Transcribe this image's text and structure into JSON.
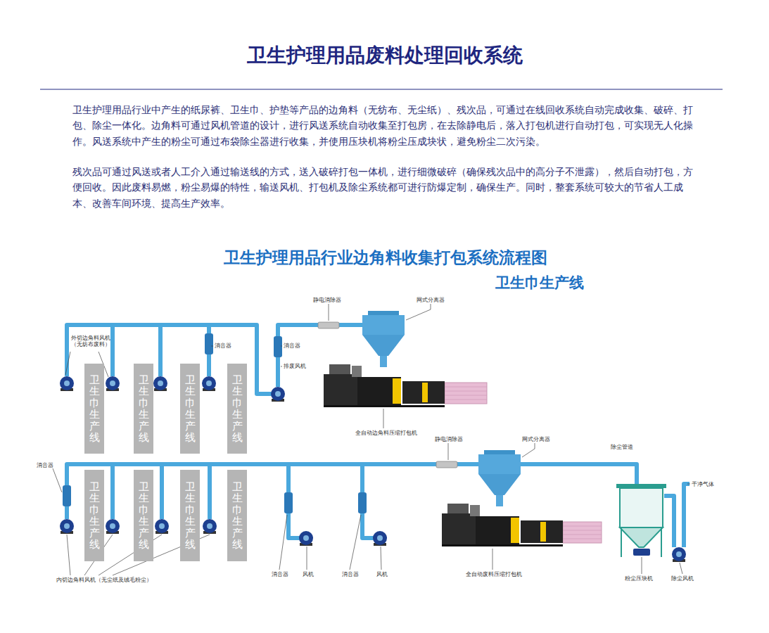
{
  "diagram": {
    "title": "卫生护理用品废料处理回收系统",
    "nodes": [
      {
        "text": [
          "卫生巾生产线"
        ]
      },
      {
        "text": [
          "卫生巾生产线"
        ]
      },
      {
        "text": [
          "卫生巾生产线"
        ]
      },
      {
        "text": [
          "卫生巾生产线"
        ]
      },
      {
        "text": [
          "卫生巾生产线"
        ]
      },
      {
        "text": [
          "卫生巾生产线"
        ]
      },
      {
        "text": [
          "卫生巾生产线"
        ]
      },
      {
        "text": [
          "卫生巾生产线"
        ]
      }
    ],
    "labels": [
      "卫生护理用品行业中产生的纸尿裤、卫生巾、护垫等产品的边角料（无纺布、无尘纸）、残次品，可通过在线回收系统自动完成收集、破碎、打包、除尘一体化。边角料可通过风机管道的设计，进行风送系统自动收集至打包房，在去除静电后，落入打包机进行自动打包，可实现无人化操作。风送系统中产生的粉尘可通过布袋除尘器进行收集，并使用压块机将粉尘压成块状，避免粉尘二次污染。",
      "残次品可通过风送或者人工介入通过输送线的方式，送入破碎打包一体机，进行细微破碎（确保残次品中的高分子不泄露），然后自动打包，方便回收。因此废料易燃，粉尘易爆的特性，输送风机、打包机及除尘系统都可进行防爆定制，确保生产。同时，整套系统可较大的节省人工成本、改善车间环境、提高生产效率。",
      "卫生护理用品行业边角料收集打包系统流程图",
      "卫生巾生产线",
      "静电消除器",
      "网式分离器",
      "外切边角料风机 （无纺布废料）",
      "消音器",
      "消音器",
      "排废风机",
      "全自动边角料压缩打包机",
      "静电消除器",
      "网式分离器",
      "除尘管道",
      "干净气体",
      "消音器",
      "内切边角料风机（无尘纸及绒毛粉尘）",
      "消音器",
      "风机",
      "消音器",
      "风机",
      "全自动废料压缩打包机",
      "粉尘压块机",
      "除尘风机"
    ]
  }
}
